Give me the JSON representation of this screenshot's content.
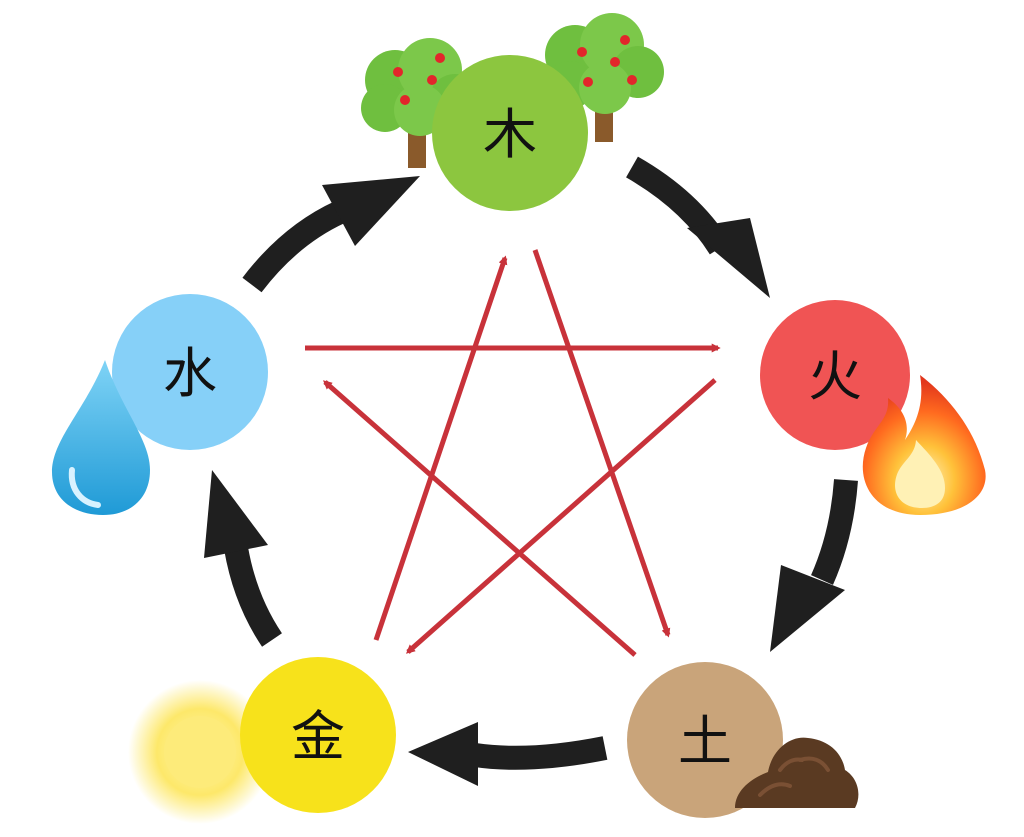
{
  "elements": [
    {
      "id": "wood",
      "char": "木",
      "color": "#8cc63f",
      "icon": "apple-tree-icon"
    },
    {
      "id": "fire",
      "char": "火",
      "color": "#f05454",
      "icon": "flame-icon"
    },
    {
      "id": "earth",
      "char": "土",
      "color": "#c9a47a",
      "icon": "soil-mound-icon"
    },
    {
      "id": "metal",
      "char": "金",
      "color": "#f7e21b",
      "icon": "sun-icon"
    },
    {
      "id": "water",
      "char": "水",
      "color": "#86d0f8",
      "icon": "water-drop-icon"
    }
  ],
  "generating_cycle": {
    "color": "#1f1f1f",
    "edges": [
      [
        "wood",
        "fire"
      ],
      [
        "fire",
        "earth"
      ],
      [
        "earth",
        "metal"
      ],
      [
        "metal",
        "water"
      ],
      [
        "water",
        "wood"
      ]
    ]
  },
  "overcoming_cycle": {
    "color": "#c8323a",
    "edges": [
      [
        "wood",
        "earth"
      ],
      [
        "earth",
        "water"
      ],
      [
        "water",
        "fire"
      ],
      [
        "fire",
        "metal"
      ],
      [
        "metal",
        "wood"
      ]
    ]
  }
}
